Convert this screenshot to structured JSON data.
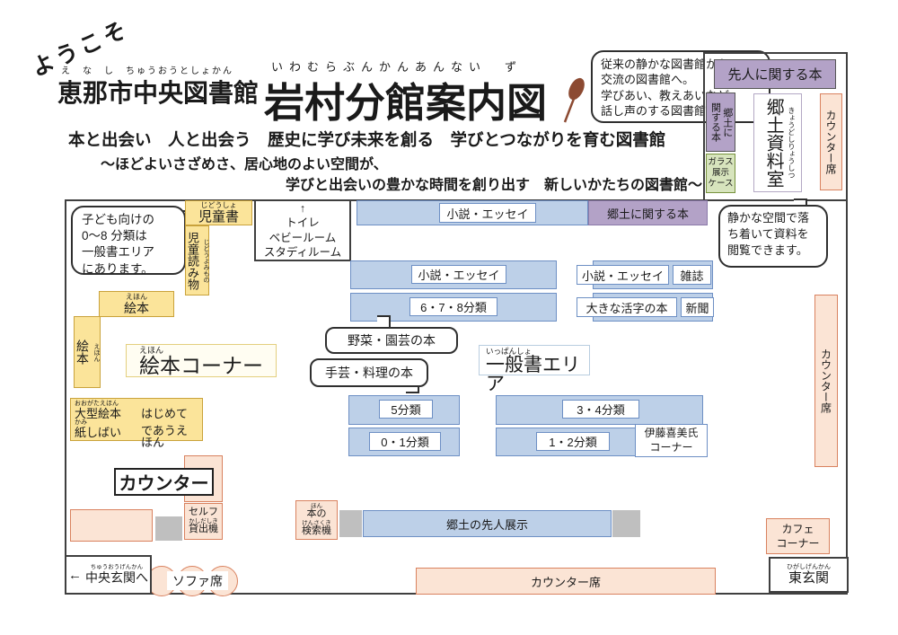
{
  "colors": {
    "yellow": "#fbe49a",
    "yellow_border": "#c9a23b",
    "blue": "#bdd0e8",
    "blue_border": "#6d8fc4",
    "purple": "#b3a2c7",
    "purple_border": "#8a79a8",
    "green": "#d7e4bd",
    "green_border": "#76923c",
    "orange": "#fbe4d5",
    "orange_border": "#d9825f",
    "gray": "#bfbfbf",
    "wall": "#3f3f3f",
    "leaf": "#8c4a32"
  },
  "header": {
    "welcome": "ようこそ",
    "library_furigana": "え　な　し　ちゅうおうとしょかん",
    "library_name": "恵那市中央図書館",
    "title_furigana": "いわむらぶんかんあんない　ず",
    "title": "岩村分館案内図",
    "intro_bubble_lines": [
      "従来の静かな図書館から",
      "交流の図書館へ。",
      "学びあい、教えあいなど、",
      "話し声のする図書館です。"
    ],
    "tagline1": "本と出会い　人と出会う　歴史に学び未来を創る　学びとつながりを育む図書館",
    "tagline2": "〜ほどよいさざめさ、居心地のよい空間が、",
    "tagline3": "学びと出会いの豊かな時間を創り出す　新しいかたちの図書館〜"
  },
  "kyodo_room": {
    "senjin_books": "先人に関する本",
    "kyodo_books_line1": "郷土に",
    "kyodo_books_line2": "関する本",
    "glass_case_lines": [
      "ガラス",
      "展示",
      "ケース"
    ],
    "room_furigana": "きょうどしりょうしつ",
    "room_name": "郷土資料室",
    "counter_seat": "カウンター席",
    "quiet_bubble_lines": [
      "静かな空間で落",
      "ち着いて資料を",
      "閲覧できます。"
    ]
  },
  "children_area": {
    "kids_bubble_lines": [
      "子ども向けの",
      "0〜8 分類は",
      "一般書エリア",
      "にあります。"
    ],
    "jidosho_furigana": "じどうしょ",
    "jidosho": "児童書",
    "yomimono_furigana": "じどうよみもの",
    "yomimono": "児童読み物",
    "toilet_lines": [
      "↑",
      "トイレ",
      "ベビールーム",
      "スタディルーム"
    ],
    "ehon_furigana": "えほん",
    "ehon": "絵本",
    "ehon_v_furigana": "えほん",
    "ehon_v": "絵本",
    "ehon_corner_furigana": "えほん",
    "ehon_corner": "絵本コーナー",
    "ogata_furigana": "おおがたえほん",
    "ogata": "大型絵本",
    "kami_furigana": "かみ",
    "kamishibai": "紙しばい",
    "hajimete_line1": "はじめて",
    "hajimete_line2": "であうえほん"
  },
  "shelves": {
    "top_novel": "小説・エッセイ",
    "top_kyodo": "郷土に関する本",
    "mid_novel": "小説・エッセイ",
    "mid_678": "6・7・8分類",
    "right_novel": "小説・エッセイ",
    "magazine": "雑誌",
    "big_print": "大きな活字の本",
    "newspaper": "新聞",
    "yasai_bubble": "野菜・園芸の本",
    "shugei_bubble": "手芸・料理の本",
    "ippansho_furigana": "いっぱんしょ",
    "ippansho": "一般書エリア",
    "b5": "5分類",
    "b01": "0・1分類",
    "b34": "3・4分類",
    "b12": "1・2分類",
    "ito_line1": "伊藤喜美氏",
    "ito_line2": "コーナー",
    "senjin_tenji": "郷土の先人展示"
  },
  "facilities": {
    "counter": "カウンター",
    "self_line1": "セルフ",
    "self_furigana": "かしだしき",
    "self_line2": "貸出機",
    "search_furigana1": "ほん",
    "search_line1": "本の",
    "search_furigana2": "けんさくき",
    "search_line2": "検索機",
    "sofa": "ソファ席",
    "central_arrow": "←",
    "central_furigana": "ちゅうおうげんかん",
    "central": "中央玄関へ",
    "counter_seats_bottom": "カウンター席",
    "counter_seats_right": "カウンター席",
    "cafe_line1": "カフェ",
    "cafe_line2": "コーナー",
    "east_furigana": "ひがしげんかん",
    "east": "東玄関"
  }
}
